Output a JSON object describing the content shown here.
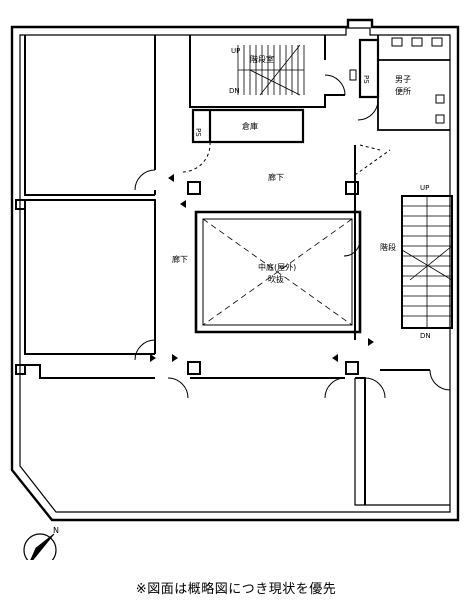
{
  "labels": {
    "up_top": "UP",
    "dn_top": "DN",
    "stair_room": "階段室",
    "ps_left": "PS",
    "ps_right": "PS",
    "storage": "倉庫",
    "mens_toilet_line1": "男子",
    "mens_toilet_line2": "便所",
    "corridor_top": "廊下",
    "corridor_left": "廊下",
    "courtyard_line1": "中庭(屋外)",
    "courtyard_line2": "吹抜",
    "stairs_right": "階段",
    "up_right": "UP",
    "dn_right": "DN",
    "north": "N"
  },
  "caption": "※図面は概略図につき現状を優先"
}
